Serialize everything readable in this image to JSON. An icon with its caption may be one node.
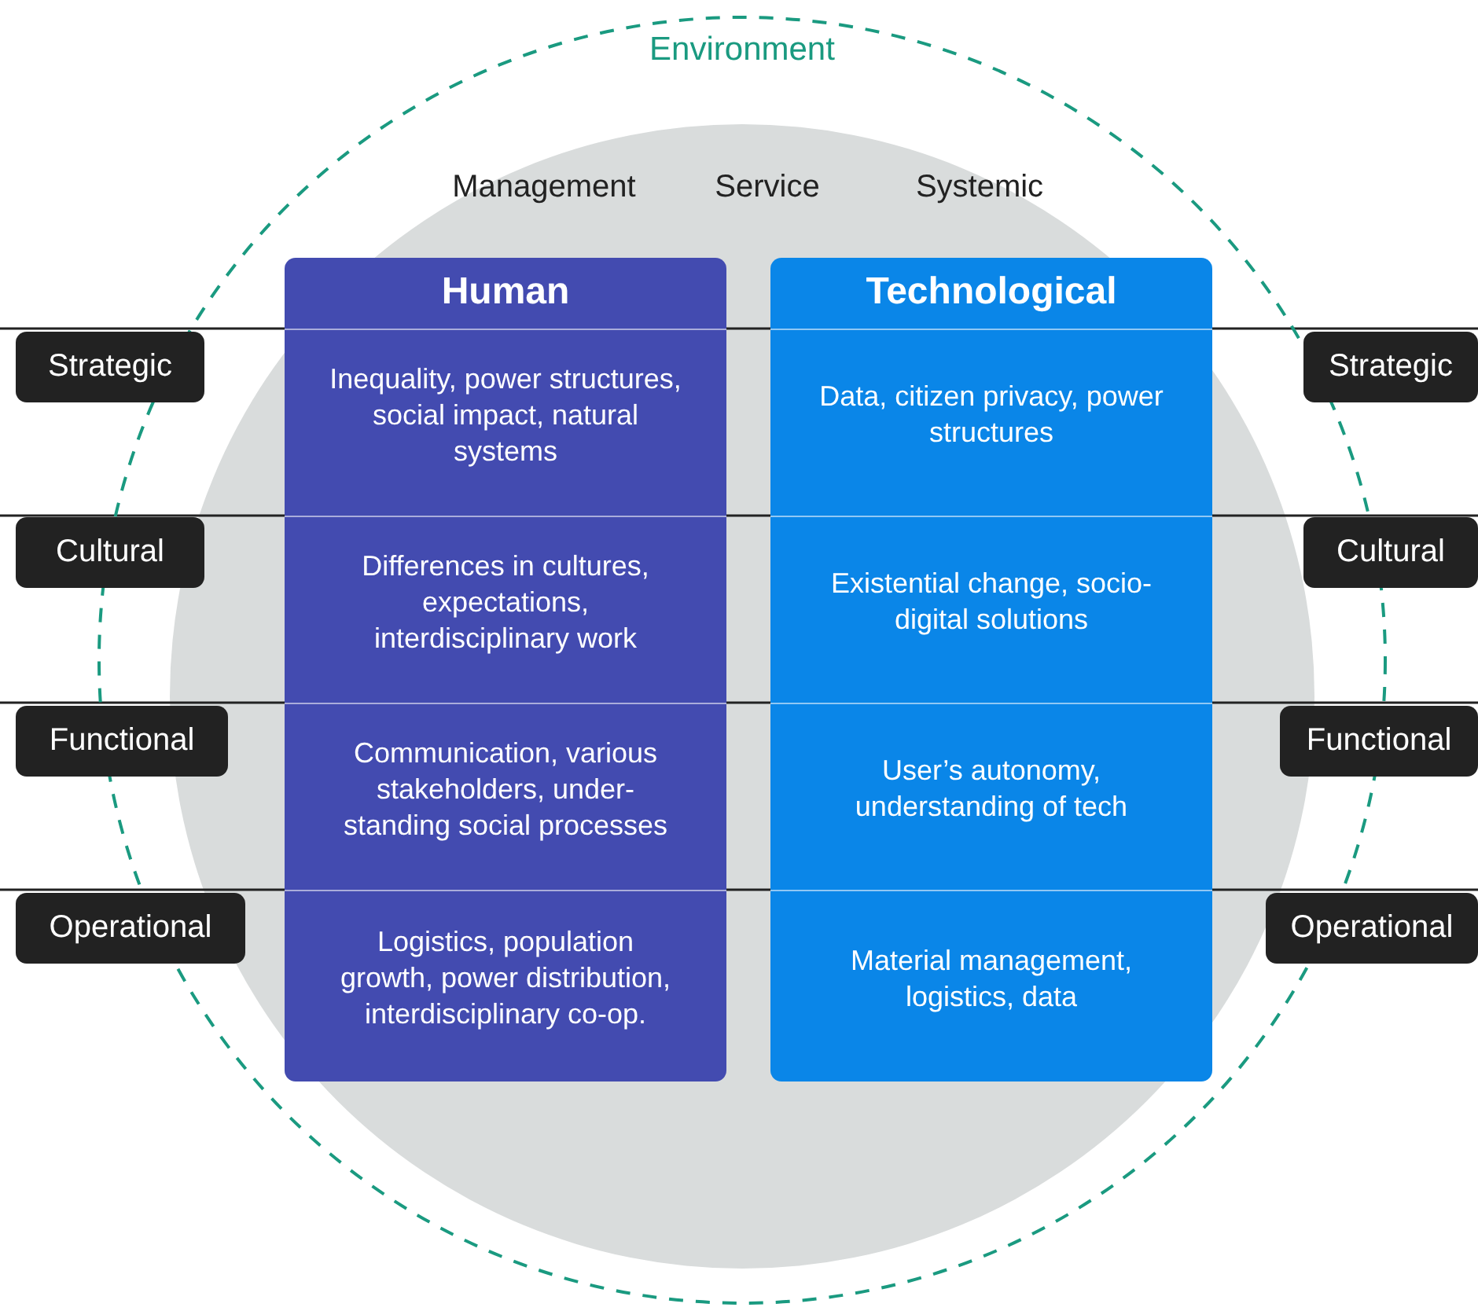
{
  "diagram": {
    "nodes": [
      {
        "text": [
          "Environment"
        ]
      },
      {
        "text": [
          "Human"
        ],
        "in": 0
      },
      {
        "text": [
          "Inequality, power structures, social impact, natural systems"
        ],
        "in": 1
      },
      {
        "text": [
          "Differences in cultures, expectations, interdisciplinary work"
        ],
        "in": 1
      },
      {
        "text": [
          "Communication, various stakeholders, under-standing social processes"
        ],
        "in": 1
      },
      {
        "text": [
          "Logistics, population growth, power distribution, interdisciplinary co-op."
        ],
        "in": 1
      },
      {
        "text": [
          "Technological"
        ],
        "in": 0
      },
      {
        "text": [
          "Data, citizen privacy, power structures"
        ],
        "in": 6
      },
      {
        "text": [
          "Existential change, socio-digital solutions"
        ],
        "in": 6
      },
      {
        "text": [
          "User’s autonomy, understanding of tech"
        ],
        "in": 6
      },
      {
        "text": [
          "Material management, logistics, data"
        ],
        "in": 6
      },
      {
        "text": [
          "Strategic"
        ]
      },
      {
        "text": [
          "Cultural"
        ]
      },
      {
        "text": [
          "Functional"
        ]
      },
      {
        "text": [
          "Operational"
        ]
      },
      {
        "text": [
          "Strategic"
        ]
      },
      {
        "text": [
          "Cultural"
        ]
      },
      {
        "text": [
          "Functional"
        ]
      },
      {
        "text": [
          "Operational"
        ]
      }
    ],
    "labels": [
      "Management",
      "Service",
      "Systemic"
    ]
  }
}
